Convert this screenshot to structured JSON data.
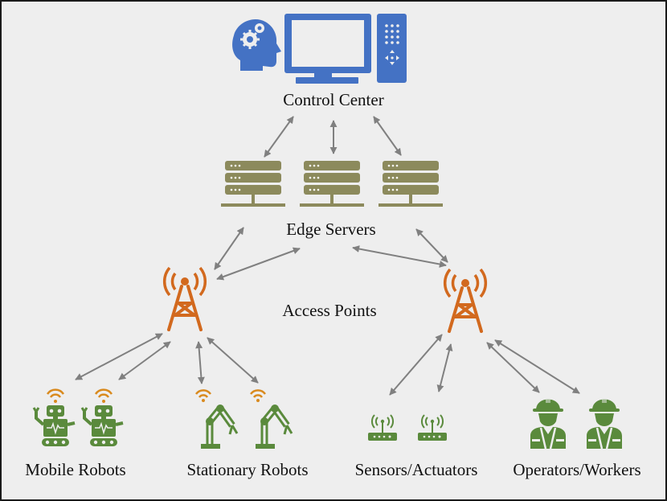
{
  "labels": {
    "control_center": "Control Center",
    "edge_servers": "Edge Servers",
    "access_points": "Access Points",
    "mobile_robots": "Mobile Robots",
    "stationary_robots": "Stationary Robots",
    "sensors_actuators": "Sensors/Actuators",
    "operators_workers": "Operators/Workers"
  },
  "icons": {
    "control_center": "computer-with-ai-head-icon",
    "edge_server": "server-rack-icon",
    "access_point": "radio-tower-icon",
    "mobile_robot": "mobile-robot-icon",
    "stationary_robot": "robotic-arm-icon",
    "sensor": "wireless-sensor-icon",
    "worker": "worker-hardhat-icon"
  },
  "colors": {
    "computer": "#4472c4",
    "server": "#8c8a5c",
    "tower": "#d2691e",
    "robot_green": "#5a8a3c",
    "wifi": "#d98a1e",
    "arrow": "#808080",
    "background": "#eeeeee"
  }
}
